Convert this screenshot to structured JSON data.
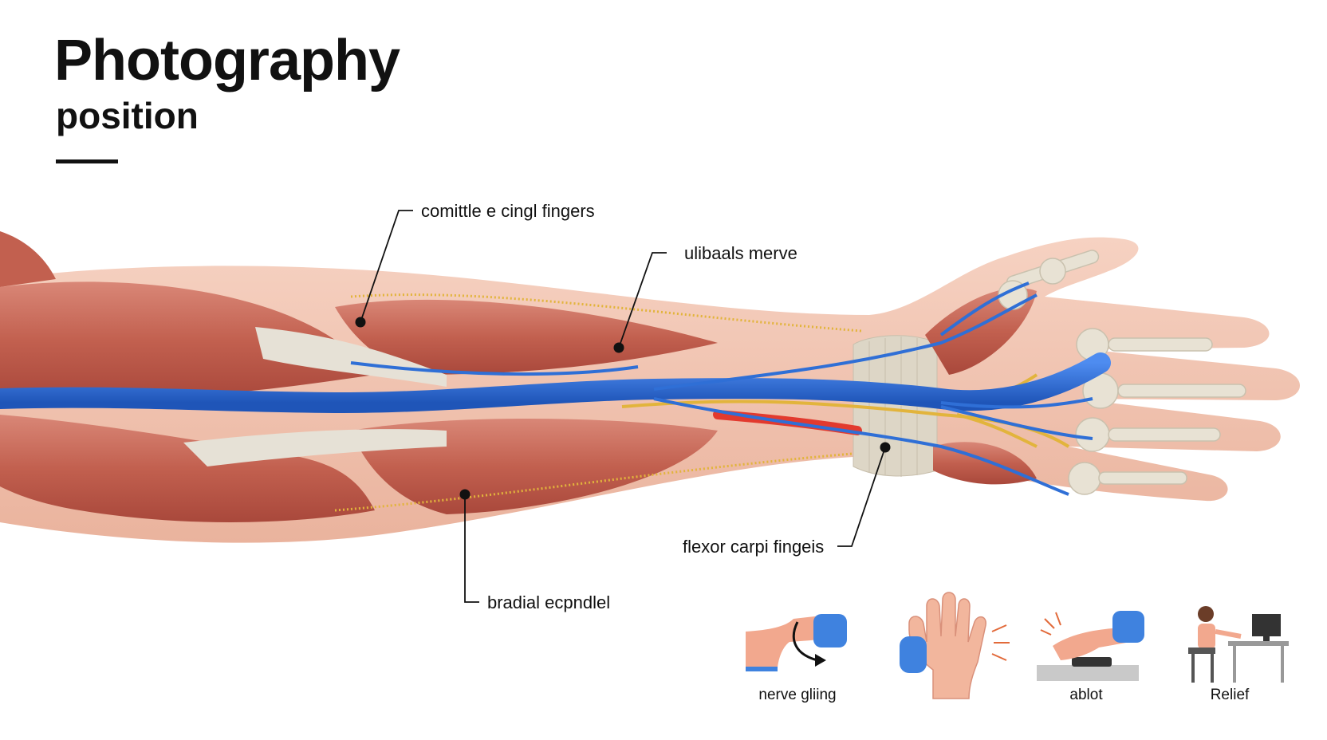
{
  "header": {
    "title": "Photography",
    "subtitle": "position"
  },
  "callouts": [
    {
      "id": "c1",
      "label": "comittle e cingl fingers"
    },
    {
      "id": "c2",
      "label": "ulibaals merve"
    },
    {
      "id": "c3",
      "label": "flexor carpi fingeis"
    },
    {
      "id": "c4",
      "label": "bradial ecpndlel"
    }
  ],
  "icons": [
    {
      "name": "nerve-gliding-icon",
      "caption": "nerve gliing"
    },
    {
      "name": "hand-tingling-icon",
      "caption": ""
    },
    {
      "name": "ergonomic-keyboard-icon",
      "caption": "ablot"
    },
    {
      "name": "desk-posture-icon",
      "caption": "Relief"
    }
  ],
  "colors": {
    "muscle": "#c8685a",
    "skin": "#f3c6b3",
    "nerve_blue": "#2f6fd6",
    "nerve_yellow": "#e2b43c",
    "tendon": "#e6e1d6",
    "artery": "#e23a2e"
  }
}
